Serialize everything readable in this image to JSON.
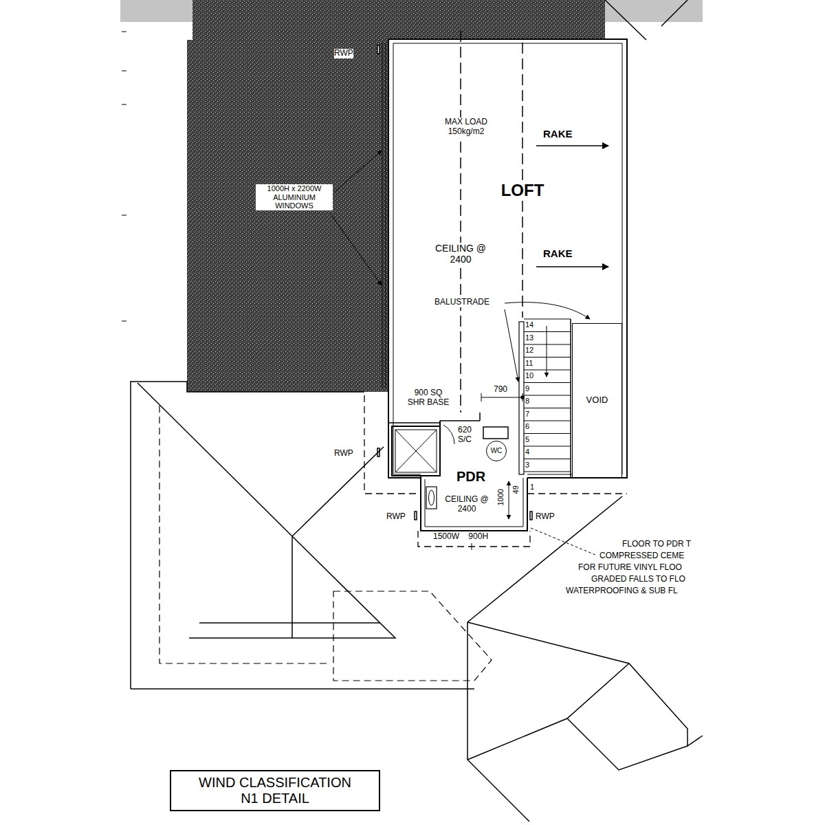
{
  "diagram": {
    "nodes": [
      {
        "text": [
          "MAX LOAD 150kg/m2",
          "RAKE",
          "LOFT",
          "CEILING @ 2400",
          "RAKE"
        ]
      },
      {
        "text": [
          "VOID"
        ]
      },
      {
        "text": [
          "PDR",
          "CEILING @ 2400"
        ]
      },
      {
        "text": [
          "WC"
        ],
        "in": 2
      },
      {
        "text": [
          "WIND CLASSIFICATION N1 DETAIL"
        ]
      }
    ],
    "labels": [
      "RWP",
      "1000H x 2200W ALUMINIUM WINDOWS",
      "BALUSTRADE",
      "14",
      "13",
      "12",
      "11",
      "10",
      "9",
      "8",
      "7",
      "6",
      "5",
      "4",
      "3",
      "790",
      "900 SQ SHR BASE",
      "620 S/C",
      "RWP",
      "1000",
      "49",
      "1",
      "RWP",
      "RWP",
      "1500W 900H",
      "FLOOR TO PDR T",
      "COMPRESSED CEME",
      "FOR FUTURE VINYL FLOO",
      "GRADED FALLS TO FLO",
      "WATERPROOFING & SUB FL"
    ]
  }
}
